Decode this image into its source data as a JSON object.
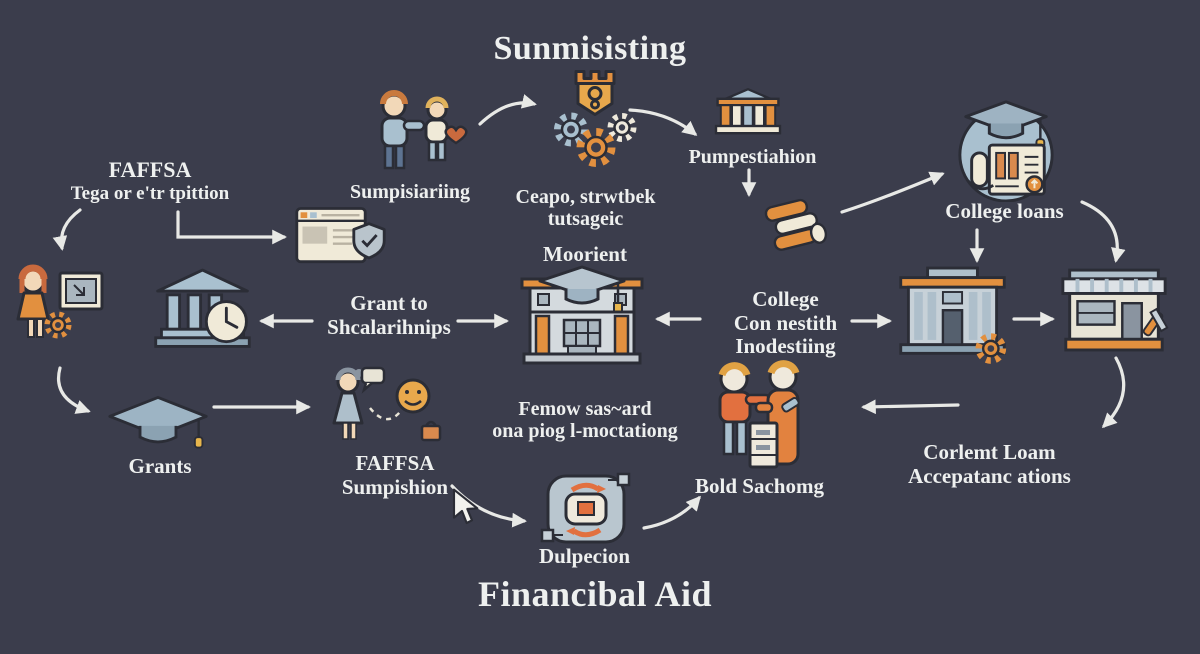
{
  "canvas": {
    "background": "#3b3d4c"
  },
  "palette": {
    "text": "#eef0ef",
    "arrow": "#e8e9e6",
    "orange": "#e2903f",
    "orange_deep": "#e2703f",
    "blue_gray": "#a9c0cf",
    "cream": "#f0ead8",
    "outline": "#2b2d36"
  },
  "titles": {
    "top": "Sunmisisting",
    "bottom": "Financibal Aid"
  },
  "nodes": {
    "fafsa_info": {
      "title": "FAFFSA",
      "subtitle": "Tega or e'tr tpittion"
    },
    "students": {
      "label": "Sumpisiariing"
    },
    "ceapo": {
      "line1": "Ceapo, strwtbek",
      "line2": "tutsageic"
    },
    "pumpest": {
      "label": "Pumpestiahion"
    },
    "college_loans": {
      "label": "College loans"
    },
    "moorient": {
      "label": "Moorient"
    },
    "grant_scholarships": {
      "line1": "Grant to",
      "line2": "Shcalarihnips"
    },
    "college_connect": {
      "line1": "College",
      "line2": "Con nestith",
      "line3": "Inodestiing"
    },
    "femow": {
      "line1": "Femow sas~ard",
      "line2": "ona piog l-moctationg"
    },
    "grants": {
      "label": "Grants"
    },
    "fafsa_submission": {
      "line1": "FAFFSA",
      "line2": "Sumpishion"
    },
    "bold_sachomg": {
      "label": "Bold Sachomg"
    },
    "current_loan": {
      "line1": "Corlemt Loam",
      "line2": "Accepatanc ations"
    },
    "dulpecion": {
      "label": "Dulpecion"
    }
  },
  "icons": {
    "badge_gears": "gears-badge-icon",
    "students_pair": "students-icon",
    "school_building": "school-building-icon",
    "money_roll": "money-roll-icon",
    "diploma_circle": "diploma-circle-icon",
    "browser_shield": "browser-shield-icon",
    "bank_clock": "bank-clock-icon",
    "college_building": "college-building-icon",
    "campus_building": "campus-gear-building-icon",
    "store": "store-tools-icon",
    "girl_photo": "student-photo-gear-icon",
    "grad_cap": "graduation-cap-icon",
    "advisor_smiley": "advisor-smiley-icon",
    "handshake_people": "people-donation-box-icon",
    "process_flow": "process-flow-icon",
    "cursor": "cursor-pointer-icon"
  }
}
